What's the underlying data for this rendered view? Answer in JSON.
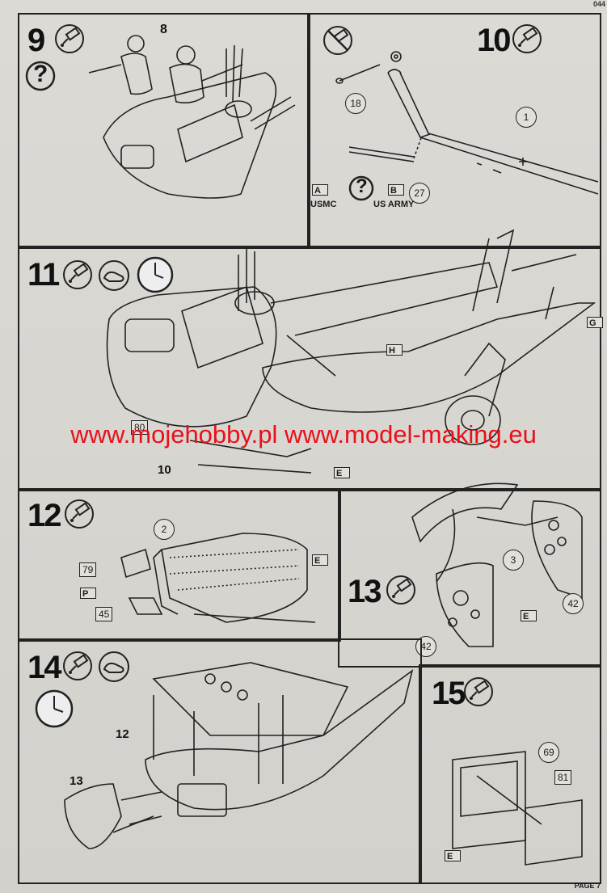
{
  "page_code": "044",
  "page_label": "PAGE 7",
  "watermark": "www.mojehobby.pl www.model-making.eu",
  "steps": {
    "s9": {
      "number": "9",
      "question": "?",
      "callouts": {
        "figures": "8"
      }
    },
    "s10": {
      "number": "10",
      "callouts": {
        "tail": "1",
        "pin": "18",
        "skid": "27"
      },
      "variants": {
        "a": "A",
        "a_label": "USMC",
        "q": "?",
        "b": "B",
        "b_label": "US ARMY"
      }
    },
    "s11": {
      "number": "11",
      "callouts": {
        "cabin": "10",
        "part80": "80",
        "flag_h": "H",
        "flag_g": "G",
        "flag_e": "E"
      }
    },
    "s12": {
      "number": "12",
      "callouts": {
        "part2": "2",
        "part79": "79",
        "flag_p": "P",
        "part45": "45",
        "flag_e": "E"
      }
    },
    "s13": {
      "number": "13",
      "callouts": {
        "part3": "3",
        "part42a": "42",
        "part42b": "42",
        "flag_e": "E"
      }
    },
    "s14": {
      "number": "14",
      "callouts": {
        "part12": "12",
        "part13": "13"
      }
    },
    "s15": {
      "number": "15",
      "callouts": {
        "part69": "69",
        "part81": "81",
        "flag_e": "E"
      }
    }
  }
}
